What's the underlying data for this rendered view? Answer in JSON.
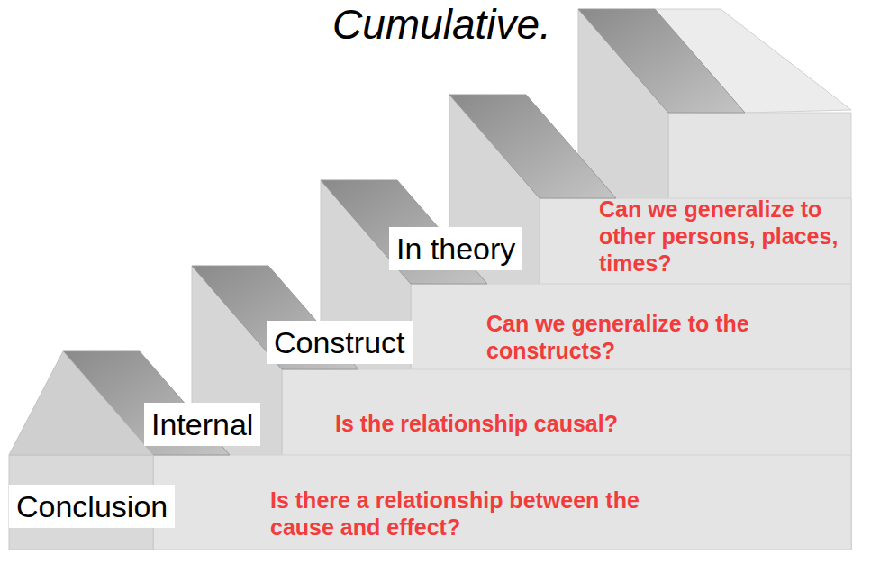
{
  "diagram": {
    "title": "Cumulative.",
    "nodes": [
      {
        "text": [
          "In theory"
        ]
      },
      {
        "text": [
          "Construct"
        ]
      },
      {
        "text": [
          "Internal"
        ]
      },
      {
        "text": [
          "Conclusion"
        ]
      }
    ],
    "labels": [
      "Can we generalize to other persons, places, times?",
      "Can we generalize to the constructs?",
      "Is the relationship causal?",
      "Is there a relationship between the cause and effect?"
    ]
  }
}
